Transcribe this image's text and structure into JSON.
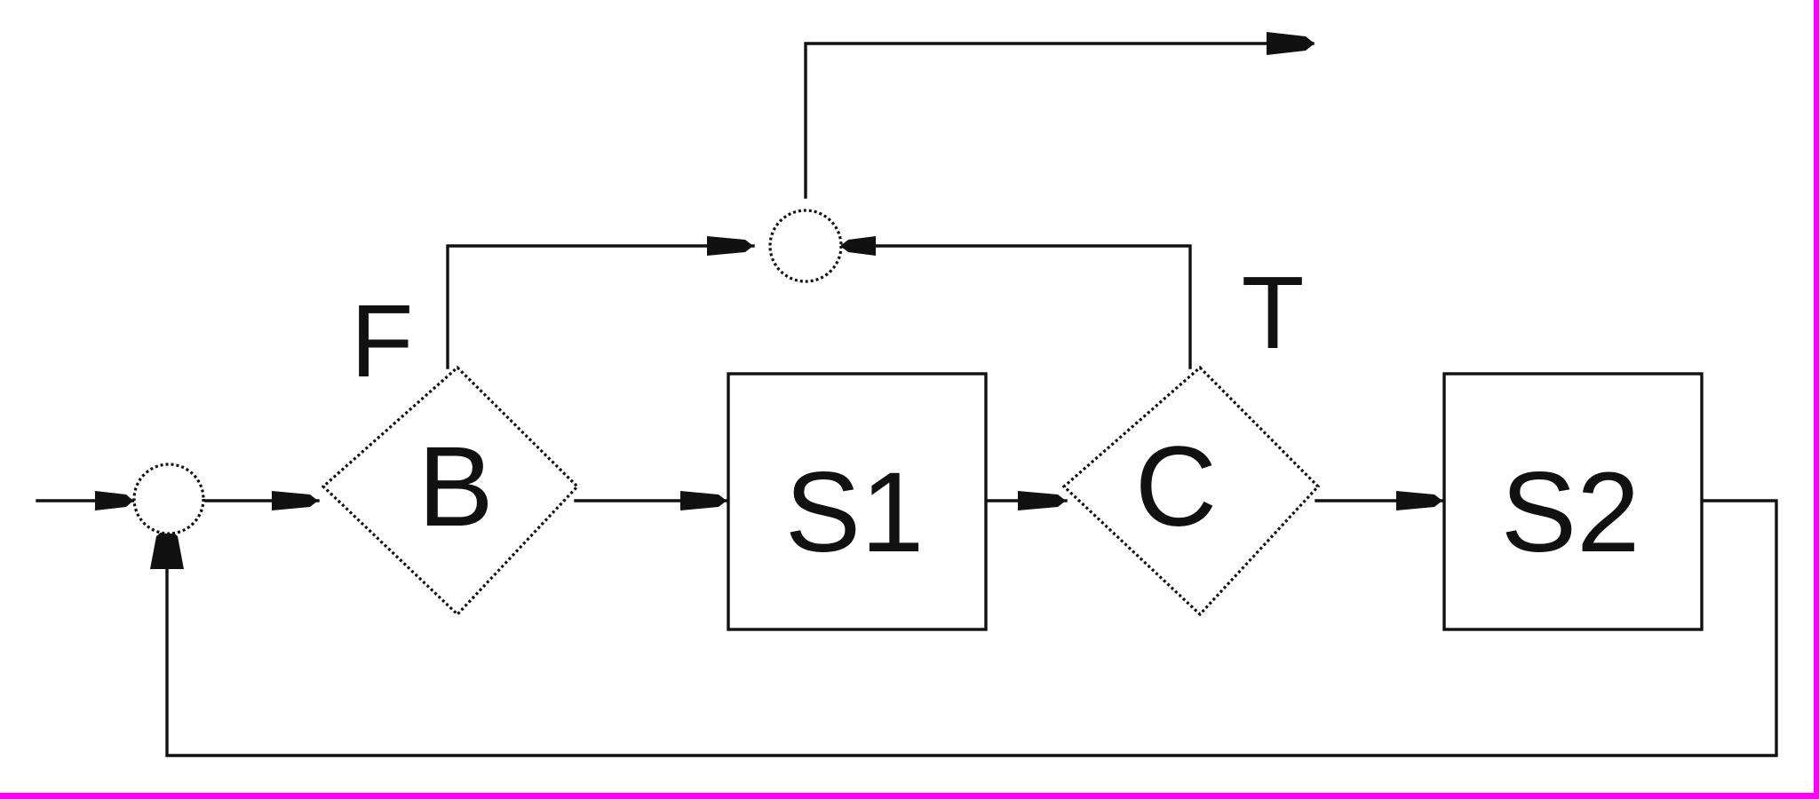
{
  "diagram": {
    "blocks": {
      "s1": "S1",
      "s2": "S2"
    },
    "decisions": {
      "b": "B",
      "c": "C"
    },
    "branches": {
      "false_label": "F",
      "true_label": "T"
    }
  },
  "colors": {
    "line": "#111111",
    "background": "#ffffff",
    "frame": "#ff00ff"
  }
}
